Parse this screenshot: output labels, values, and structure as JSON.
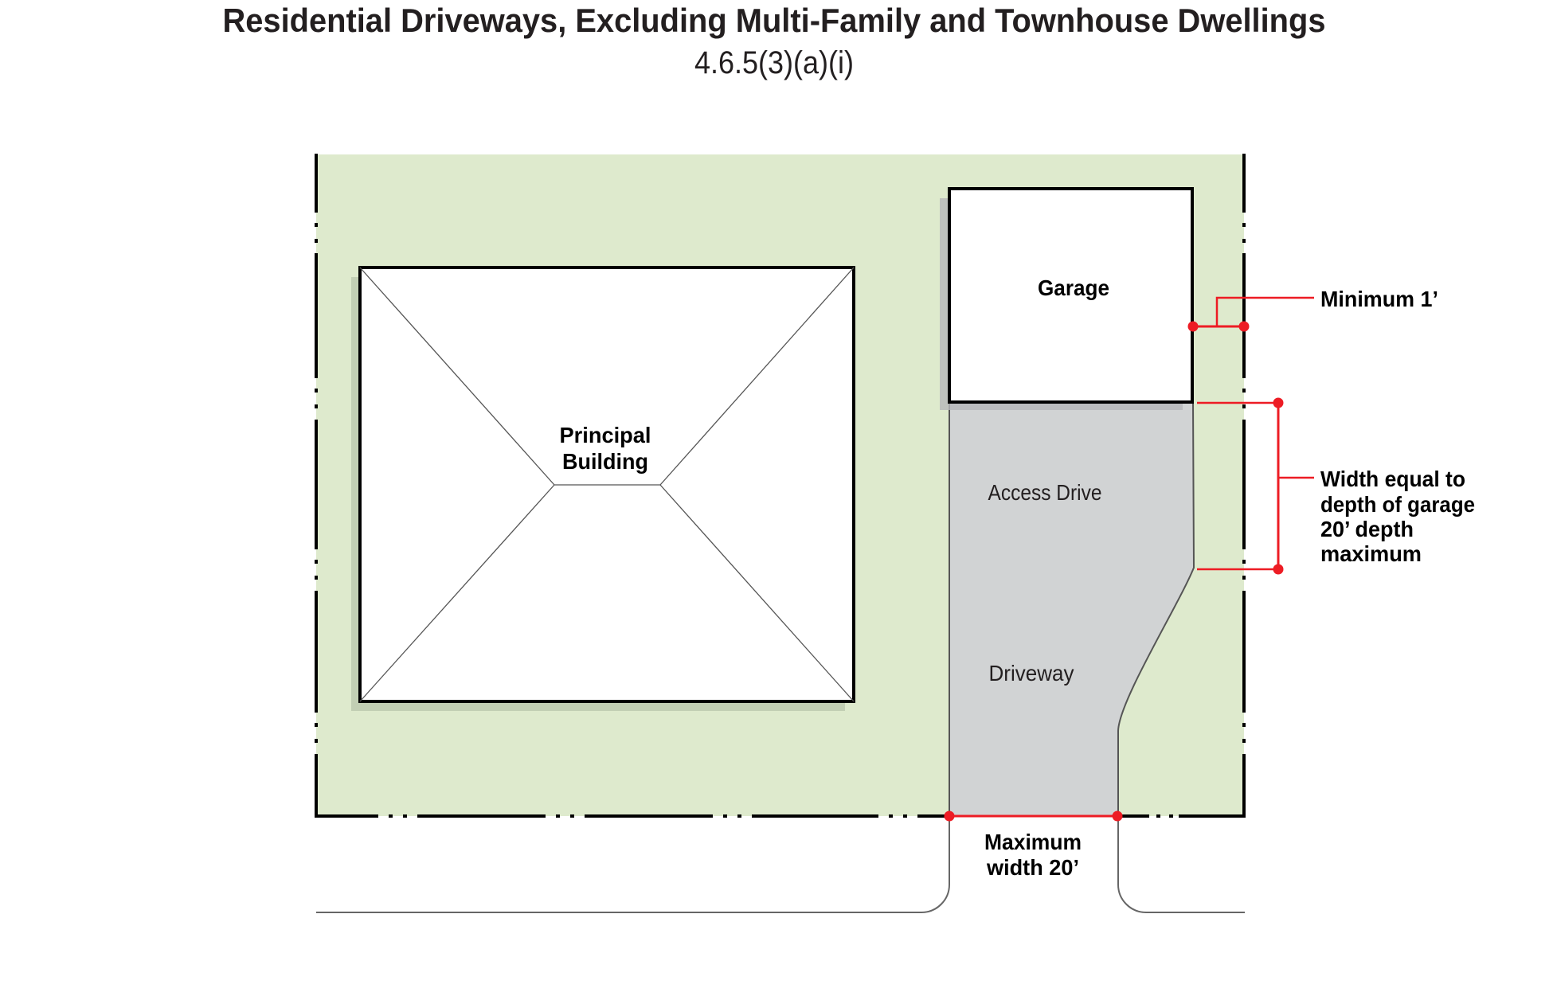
{
  "title": "Residential Driveways, Excluding Multi-Family and Townhouse Dwellings",
  "subtitle": "4.6.5(3)(a)(i)",
  "labels": {
    "principal_building": [
      "Principal",
      "Building"
    ],
    "garage": "Garage",
    "access_drive": "Access Drive",
    "driveway": "Driveway",
    "maximum_width": [
      "Maximum",
      "width 20’"
    ],
    "minimum_setback": "Minimum 1’",
    "width_equal": [
      "Width equal to",
      "depth of garage",
      "20’ depth",
      "maximum"
    ]
  },
  "colors": {
    "lot": "#deeacd",
    "drive": "#d1d3d4",
    "dimension": "#ed1c24",
    "shadow_lot": "#c2cfb4",
    "shadow_drive": "#b5b7b9"
  }
}
